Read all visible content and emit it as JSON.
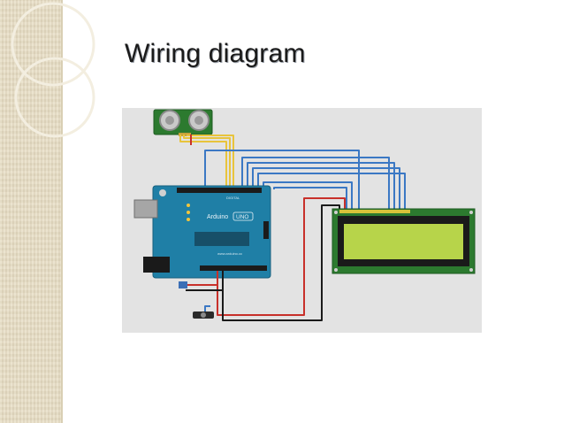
{
  "slide": {
    "title": "Wiring diagram"
  },
  "diagram": {
    "board_brand": "Arduino",
    "board_model": "UNO",
    "board_url": "www.arduino.cc",
    "header_label": "DIGITAL",
    "components": [
      "ultrasonic-sensor",
      "arduino-uno",
      "lcd-16x2",
      "potentiometer"
    ],
    "colors": {
      "canvas": "#e3e3e3",
      "board": "#1f7fa6",
      "lcd_pcb": "#2c7a2f",
      "lcd_screen": "#b7d44a",
      "wire_blue": "#3b78c4",
      "wire_yellow": "#e8c43c",
      "wire_red": "#c8302a",
      "wire_black": "#1a1a1a"
    }
  }
}
